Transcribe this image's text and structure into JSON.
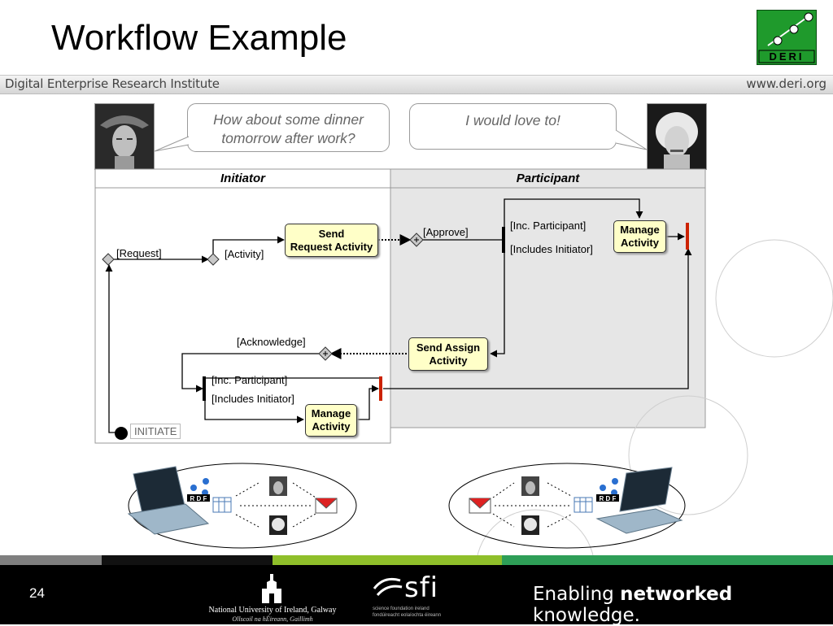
{
  "slide": {
    "title": "Workflow Example",
    "band_left": "Digital Enterprise Research Institute",
    "band_right": "www.deri.org",
    "logo_text": "DERI",
    "page_number": "24"
  },
  "dialog": {
    "left_line1": "How about some dinner",
    "left_line2": "tomorrow after work?",
    "right": "I would love to!"
  },
  "lanes": {
    "initiator": "Initiator",
    "participant": "Participant"
  },
  "labels": {
    "request": "[Request]",
    "activity": "[Activity]",
    "approve": "[Approve]",
    "inc_participant_top": "[Inc. Participant]",
    "includes_initiator_top": "[Includes Initiator]",
    "acknowledge": "[Acknowledge]",
    "inc_participant_bottom": "[Inc. Participant]",
    "includes_initiator_bottom": "[Includes Initiator]",
    "initiate": "INITIATE"
  },
  "activities": {
    "send_request_l1": "Send",
    "send_request_l2": "Request Activity",
    "manage_top_l1": "Manage",
    "manage_top_l2": "Activity",
    "send_assign_l1": "Send Assign",
    "send_assign_l2": "Activity",
    "manage_bottom_l1": "Manage",
    "manage_bottom_l2": "Activity"
  },
  "footer": {
    "nuig_name": "National University of Ireland, Galway",
    "nuig_sub": "Ollscoil na hÉireann, Gaillimh",
    "sfi": "sfi",
    "sfi_sub1": "science foundation ireland",
    "sfi_sub2": "fondúireacht eolaíochta éireann",
    "tagline_pre": "Enabling ",
    "tagline_bold": "networked",
    "tagline_post": " knowledge."
  },
  "colors": {
    "accent_red": "#cc2200",
    "activity_fill": "#ffffc8",
    "participant_lane": "#e6e6e6"
  }
}
